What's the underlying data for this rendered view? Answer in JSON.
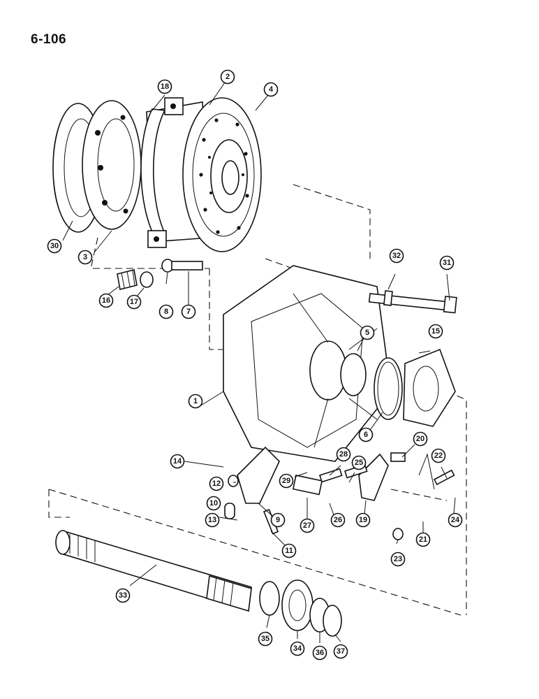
{
  "page_number": "6-106",
  "callouts": [
    "1",
    "2",
    "3",
    "4",
    "5",
    "6",
    "7",
    "8",
    "9",
    "10",
    "11",
    "12",
    "13",
    "14",
    "15",
    "16",
    "17",
    "18",
    "19",
    "20",
    "21",
    "22",
    "23",
    "24",
    "25",
    "26",
    "27",
    "28",
    "29",
    "30",
    "31",
    "32",
    "33",
    "34",
    "35",
    "36",
    "37"
  ]
}
